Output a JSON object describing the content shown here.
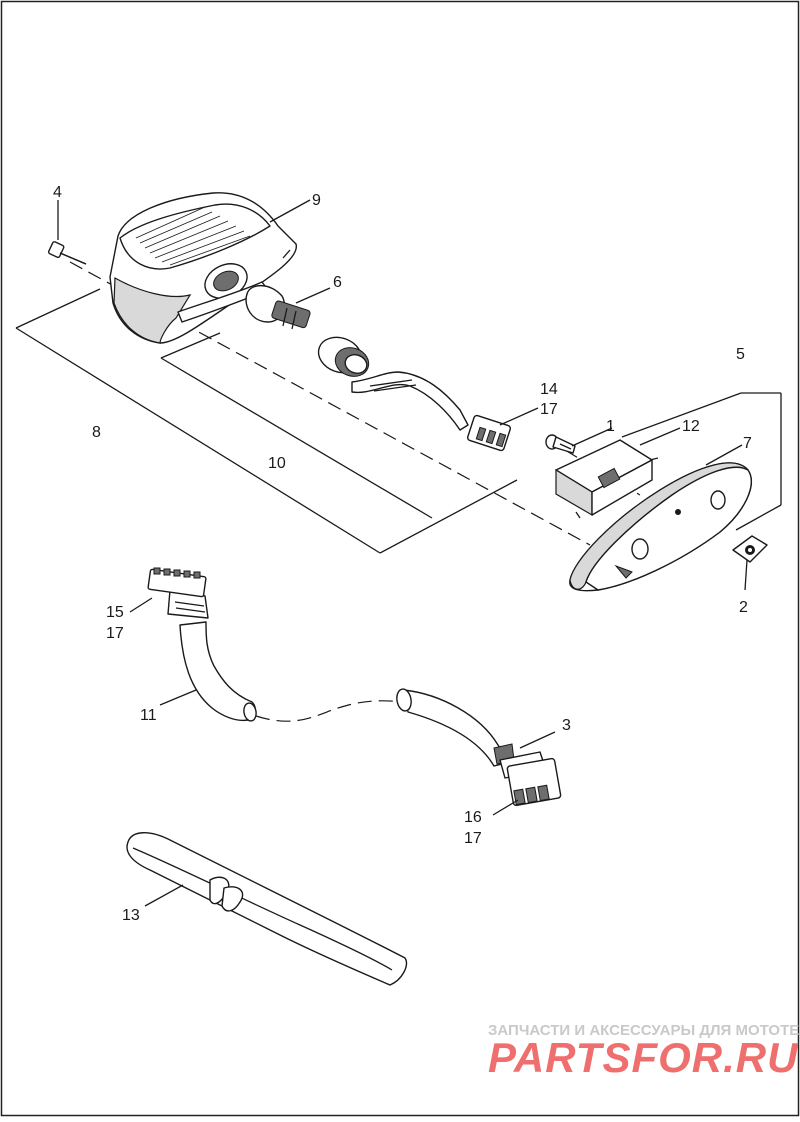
{
  "callouts": {
    "c1": "1",
    "c2": "2",
    "c3": "3",
    "c4": "4",
    "c5": "5",
    "c6": "6",
    "c7": "7",
    "c8": "8",
    "c9": "9",
    "c10": "10",
    "c11": "11",
    "c12": "12",
    "c13": "13",
    "c14": "14",
    "c15": "15",
    "c16": "16",
    "c17a": "17",
    "c17b": "17",
    "c17c": "17"
  },
  "watermark": {
    "tagline": "ЗАПЧАСТИ И АКСЕССУАРЫ ДЛЯ МОТОТЕХНИКИ",
    "logo": "PARTSFOR.RU"
  }
}
